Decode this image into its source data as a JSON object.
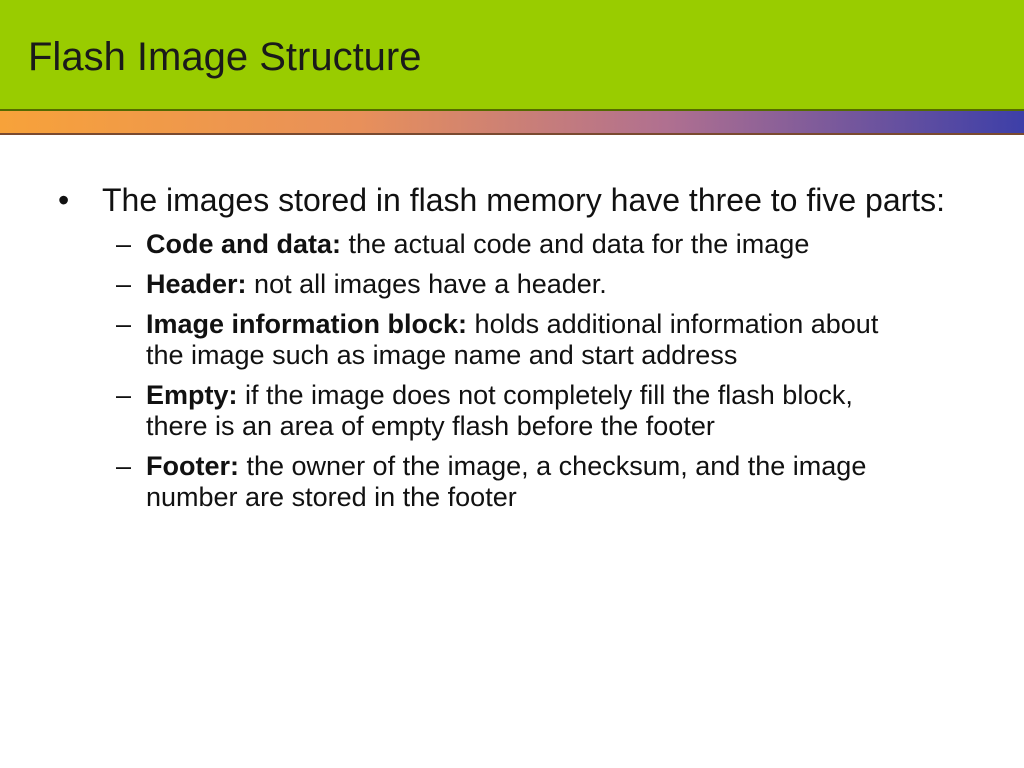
{
  "slide": {
    "title": "Flash Image Structure",
    "colors": {
      "title_bar": "#99cc00",
      "band_start": "#f7a23a",
      "band_end": "#3d3fa8"
    }
  },
  "content": {
    "bullet_symbol": "•",
    "dash_symbol": "–",
    "main_point": "The images stored in flash memory have three to five parts:",
    "items": [
      {
        "term": "Code and data:",
        "desc": " the actual code and data for the image"
      },
      {
        "term": "Header:",
        "desc": " not all images have a header."
      },
      {
        "term": "Image information block:",
        "desc": " holds additional information about the image such as image name and start address"
      },
      {
        "term": "Empty:",
        "desc": " if the image does not completely fill the flash block, there is an area of empty flash before the footer"
      },
      {
        "term": "Footer:",
        "desc": " the owner of the image, a checksum, and the image number are stored in the footer"
      }
    ]
  }
}
